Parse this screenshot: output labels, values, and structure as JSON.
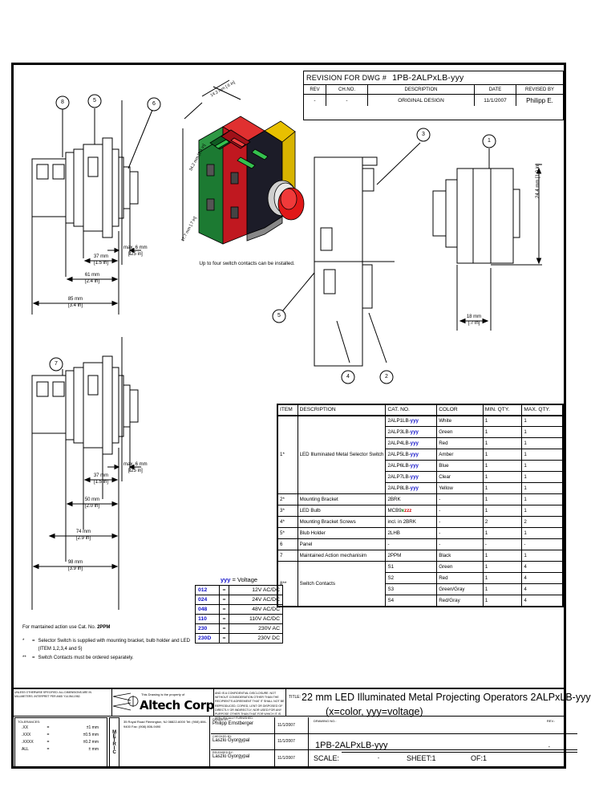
{
  "revision": {
    "heading_label": "REVISION FOR DWG  #",
    "drawing_number": "1PB-2ALPxLB-yyy",
    "columns": [
      "REV",
      "CH.NO.",
      "DESCRIPTION",
      "DATE",
      "REVISED BY"
    ],
    "rows": [
      {
        "rev": "-",
        "ch_no": "-",
        "description": "ORIGINAL DESIGN",
        "date": "11/1/2007",
        "revised_by": "Philipp E."
      }
    ]
  },
  "balloons": {
    "b1": "1",
    "b2": "2",
    "b3": "3",
    "b4": "4",
    "b5": "5",
    "b6": "6",
    "b7": "7",
    "b8": "8"
  },
  "dimensions": {
    "max6": {
      "mm": "max. 6 mm",
      "inch": "[.25 in]"
    },
    "d37": {
      "mm": "37 mm",
      "inch": "[1.5 in]"
    },
    "d50": {
      "mm": "50 mm",
      "inch": "[2.0 in]"
    },
    "d61": {
      "mm": "61 mm",
      "inch": "[2.4 in]"
    },
    "d74": {
      "mm": "74 mm",
      "inch": "[2.9 in]"
    },
    "d85": {
      "mm": "85 mm",
      "inch": "[3.4 in]"
    },
    "d98": {
      "mm": "98 mm",
      "inch": "[3.9 in]"
    },
    "d18": {
      "mm": "18 mm",
      "inch": "[.7 in]"
    },
    "d244": {
      "mm": "24.4 mm",
      "inch": "[1.0 in]"
    },
    "iso_w": {
      "mm": "14.2 mm",
      "inch": "[.6 in]"
    },
    "iso_h": {
      "mm": "34.2 mm",
      "inch": "[1.3 in]"
    },
    "iso_d": {
      "mm": "17.7 mm",
      "inch": "[.7 in]"
    }
  },
  "notes": {
    "iso_caption": "Up to four switch contacts can be installed.",
    "maintained_prefix": "For mantained action use Cat. No.",
    "maintained_cat": "2PPM",
    "star1_mark": "*",
    "star1_eq": "=",
    "star1_text": "Selector Switch is supplied with mounting bracket, bulb holder and LED (ITEM 1,2,3,4 and 5)",
    "star2_mark": "**",
    "star2_eq": "=",
    "star2_text": "Switch Contacts must be ordered separately."
  },
  "voltage": {
    "key": "yyy",
    "title_rest": "= Voltage",
    "rows": [
      {
        "code": "012",
        "eq": "=",
        "value": "12V AC/DC"
      },
      {
        "code": "024",
        "eq": "=",
        "value": "24V AC/DC"
      },
      {
        "code": "048",
        "eq": "=",
        "value": "48V AC/DC"
      },
      {
        "code": "110",
        "eq": "=",
        "value": "110V AC/DC"
      },
      {
        "code": "230",
        "eq": "=",
        "value": "230V AC"
      },
      {
        "code": "230D",
        "eq": "=",
        "value": "230V DC"
      }
    ]
  },
  "parts": {
    "columns": [
      "ITEM",
      "DESCRIPTION",
      "CAT. NO.",
      "COLOR",
      "MIN. QTY.",
      "MAX. QTY."
    ],
    "rows": [
      {
        "item": "1*",
        "item_span": 7,
        "description": "LED Illuminated Metal Selector Switch",
        "desc_span": 7,
        "cat": "2ALP1LB-",
        "cat_suffix": "yyy",
        "suffix_class": "blue",
        "color": "White",
        "min": "1",
        "max": "1"
      },
      {
        "cat": "2ALP3LB-",
        "cat_suffix": "yyy",
        "suffix_class": "blue",
        "color": "Green",
        "min": "1",
        "max": "1"
      },
      {
        "cat": "2ALP4LB-",
        "cat_suffix": "yyy",
        "suffix_class": "blue",
        "color": "Red",
        "min": "1",
        "max": "1"
      },
      {
        "cat": "2ALP5LB-",
        "cat_suffix": "yyy",
        "suffix_class": "blue",
        "color": "Amber",
        "min": "1",
        "max": "1"
      },
      {
        "cat": "2ALP6LB-",
        "cat_suffix": "yyy",
        "suffix_class": "blue",
        "color": "Blue",
        "min": "1",
        "max": "1"
      },
      {
        "cat": "2ALP7LB-",
        "cat_suffix": "yyy",
        "suffix_class": "blue",
        "color": "Clear",
        "min": "1",
        "max": "1"
      },
      {
        "cat": "2ALP8LB-",
        "cat_suffix": "yyy",
        "suffix_class": "blue",
        "color": "Yellow",
        "min": "1",
        "max": "1"
      },
      {
        "item": "2*",
        "item_span": 1,
        "description": "Mounting Bracket",
        "desc_span": 1,
        "cat": "2BRK",
        "color": "-",
        "min": "1",
        "max": "1"
      },
      {
        "item": "3*",
        "item_span": 1,
        "description": "LED Bulb",
        "desc_span": 1,
        "cat": "MCB9",
        "cat_mid": "x",
        "mid_class": "green",
        "cat_suffix": "zzz",
        "suffix_class": "red",
        "color": "-",
        "min": "1",
        "max": "1"
      },
      {
        "item": "4*",
        "item_span": 1,
        "description": "Mounting Bracket Screws",
        "desc_span": 1,
        "cat": "incl. in 2BRK",
        "color": "-",
        "min": "2",
        "max": "2"
      },
      {
        "item": "5*",
        "item_span": 1,
        "description": "Blub Holder",
        "desc_span": 1,
        "cat": "2LHB",
        "color": "-",
        "min": "1",
        "max": "1"
      },
      {
        "item": "6",
        "item_span": 1,
        "description": "Panel",
        "desc_span": 1,
        "cat": "-",
        "color": "-",
        "min": "-",
        "max": "-"
      },
      {
        "item": "7",
        "item_span": 1,
        "description": "Maintained Action mechanisim",
        "desc_span": 1,
        "cat": "2PPM",
        "color": "Black",
        "min": "1",
        "max": "1"
      },
      {
        "item": "8**",
        "item_span": 4,
        "description": "Switch Contacts",
        "desc_span": 4,
        "cat": "S1",
        "color": "Green",
        "min": "1",
        "max": "4"
      },
      {
        "cat": "S2",
        "color": "Red",
        "min": "1",
        "max": "4"
      },
      {
        "cat": "S3",
        "color": "Green/Gray",
        "min": "1",
        "max": "4"
      },
      {
        "cat": "S4",
        "color": "Red/Gray",
        "min": "1",
        "max": "4"
      }
    ]
  },
  "title_block": {
    "copyright_note": "UNLESS OTHERWISE SPECIFIED: ALL DIMENSIONS ARE IN MILLIMETERS. INTERPRET PER ANSI Y14.5M-1982.",
    "logo_note": "This Drawing is the property of",
    "company": "Altech Corp",
    "confidential_note": "AND IS A CONFIDENTIAL DISCLOSURE. NOT WITHOUT CONSIDERATION OTHER THAN THE RECIPIENT'S AGREEMENT THAT IT SHALL NOT BE REPRODUCED, COPIED, LENT OR DISPOSED OF DIRECTLY OR INDIRECTLY, NOR USED FOR ANY PURPOSE OTHER THAN THAT FOR WHICH IT IS SPECIFICALLY FURNISHED.",
    "title_label": "TITLE:",
    "title_line1": "22 mm LED Illuminated Metal Projecting Operators 2ALPxLB-yyy",
    "title_line2": "(x=color, yyy=voltage)",
    "tolerance_label": "TOLERANCES:",
    "tolerances": [
      {
        "nominal": ".XX",
        "eq": "=",
        "value": "±1 mm"
      },
      {
        "nominal": ".XXX",
        "eq": "=",
        "value": "±0.5 mm"
      },
      {
        "nominal": ".XXXX",
        "eq": "=",
        "value": "±0.2 mm"
      },
      {
        "nominal": "ALL",
        "eq": "=",
        "value": "± mm"
      }
    ],
    "metric": "METRIC",
    "address": "35 Royal Road Flemington, NJ 08822-6000 Tel: (908) 806-9400 Fax: (908) 806-9490",
    "drawn_label": "DRAWN BY:",
    "drawn_by": "Philipp Ernstberger",
    "drawn_date": "11/1/2007",
    "checked_label": "CHECKED BY:",
    "checked_by": "Laszlo Gyorgypal",
    "checked_date": "11/1/2007",
    "released_label": "RELEASED BY:",
    "released_by": "Laszlo Gyorgypal",
    "released_date": "11/1/2007",
    "dwg_no_label": "DRAWING NO.:",
    "dwg_no": "1PB-2ALPxLB-yyy",
    "rev_label": "REV.:",
    "rev_value": "-",
    "scale_label": "SCALE:",
    "scale_value": "-",
    "sheet": "SHEET:1",
    "of": "OF:1"
  }
}
